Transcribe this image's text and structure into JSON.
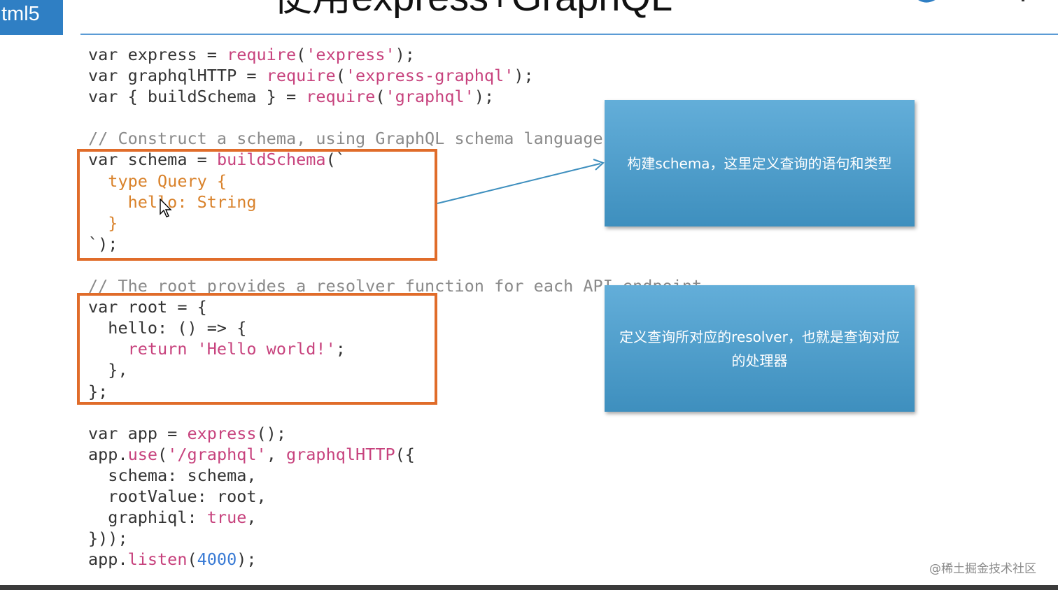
{
  "badge": {
    "text": "tml5"
  },
  "slide": {
    "title": "使用express+GraphQL"
  },
  "code": {
    "lines": [
      [
        [
          "kw",
          "var express = "
        ],
        [
          "fn",
          "require"
        ],
        [
          "kw",
          "("
        ],
        [
          "str",
          "'express'"
        ],
        [
          "kw",
          ");"
        ]
      ],
      [
        [
          "kw",
          "var graphqlHTTP = "
        ],
        [
          "fn",
          "require"
        ],
        [
          "kw",
          "("
        ],
        [
          "str",
          "'express-graphql'"
        ],
        [
          "kw",
          ");"
        ]
      ],
      [
        [
          "kw",
          "var { buildSchema } = "
        ],
        [
          "fn",
          "require"
        ],
        [
          "kw",
          "("
        ],
        [
          "str",
          "'graphql'"
        ],
        [
          "kw",
          ");"
        ]
      ],
      [],
      [
        [
          "cmt",
          "// Construct a schema, using GraphQL schema language"
        ]
      ],
      [
        [
          "kw",
          "var schema = "
        ],
        [
          "fn",
          "buildSchema"
        ],
        [
          "kw",
          "(`"
        ]
      ],
      [
        [
          "type",
          "  type Query {"
        ]
      ],
      [
        [
          "type",
          "    hello: String"
        ]
      ],
      [
        [
          "type",
          "  }"
        ]
      ],
      [
        [
          "kw",
          "`);"
        ]
      ],
      [],
      [
        [
          "cmt",
          "// The root provides a resolver function for each API endpoint"
        ]
      ],
      [
        [
          "kw",
          "var root = {"
        ]
      ],
      [
        [
          "kw",
          "  hello: () => {"
        ]
      ],
      [
        [
          "kw",
          "    "
        ],
        [
          "fn",
          "return"
        ],
        [
          "kw",
          " "
        ],
        [
          "str",
          "'Hello world!'"
        ],
        [
          "kw",
          ";"
        ]
      ],
      [
        [
          "kw",
          "  },"
        ]
      ],
      [
        [
          "kw",
          "};"
        ]
      ],
      [],
      [
        [
          "kw",
          "var app = "
        ],
        [
          "fn",
          "express"
        ],
        [
          "kw",
          "();"
        ]
      ],
      [
        [
          "kw",
          "app."
        ],
        [
          "fn",
          "use"
        ],
        [
          "kw",
          "("
        ],
        [
          "str",
          "'/graphql'"
        ],
        [
          "kw",
          ", "
        ],
        [
          "fn",
          "graphqlHTTP"
        ],
        [
          "kw",
          "({"
        ]
      ],
      [
        [
          "kw",
          "  schema: schema,"
        ]
      ],
      [
        [
          "kw",
          "  rootValue: root,"
        ]
      ],
      [
        [
          "kw",
          "  graphiql: "
        ],
        [
          "fn",
          "true"
        ],
        [
          "kw",
          ","
        ]
      ],
      [
        [
          "kw",
          "}));"
        ]
      ],
      [
        [
          "kw",
          "app."
        ],
        [
          "fn",
          "listen"
        ],
        [
          "kw",
          "("
        ],
        [
          "num",
          "4000"
        ],
        [
          "kw",
          ");"
        ]
      ]
    ]
  },
  "callouts": {
    "schema": "构建schema，这里定义查询的语句和类型",
    "resolver": "定义查询所对应的resolver，也就是查询对应的处理器"
  },
  "watermark": {
    "text": "@稀土掘金技术社区"
  },
  "colors": {
    "accent": "#2f7fc4",
    "highlight_border": "#e06c2a",
    "callout_bg": "#4a9bc9",
    "string": "#c7427d",
    "type": "#d9822b",
    "number": "#3a7bd5"
  }
}
